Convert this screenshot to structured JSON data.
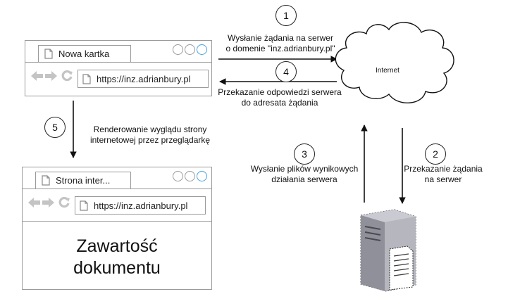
{
  "browser_top": {
    "tab_label": "Nowa kartka",
    "url": "https://inz.adrianbury.pl"
  },
  "browser_bottom": {
    "tab_label": "Strona inter...",
    "url": "https://inz.adrianbury.pl",
    "content_line1": "Zawartość",
    "content_line2": "dokumentu"
  },
  "internet_label": "Internet",
  "steps": [
    {
      "number": "1",
      "line1": "Wysłanie żądania na serwer",
      "line2": "o domenie \"inz.adrianbury.pl\""
    },
    {
      "number": "2",
      "line1": "Przekazanie żądania",
      "line2": "na serwer"
    },
    {
      "number": "3",
      "line1": "Wysłanie plików wynikowych",
      "line2": "działania serwera"
    },
    {
      "number": "4",
      "line1": "Przekazanie odpowiedzi serwera",
      "line2": "do adresata żądania"
    },
    {
      "number": "5",
      "line1": "Renderowanie wyglądu strony",
      "line2": "internetowej przez przeglądarkę"
    }
  ],
  "icons": [
    "page-icon",
    "back-arrow-icon",
    "forward-arrow-icon",
    "reload-icon",
    "window-control-icon",
    "cloud-icon",
    "server-icon",
    "document-icon"
  ]
}
